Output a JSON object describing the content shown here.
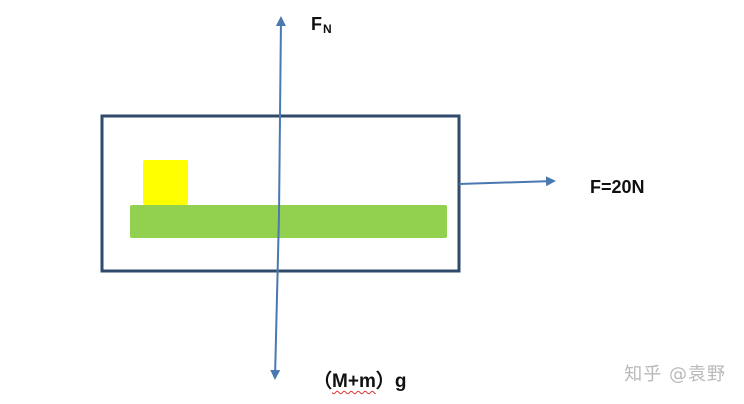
{
  "labels": {
    "normal_force_main": "F",
    "normal_force_sub": "N",
    "applied_force": "F=20N",
    "weight_open": "（",
    "weight_mass": "M+m",
    "weight_close": "）g"
  },
  "watermark": "知乎 @袁野",
  "colors": {
    "frame": "#2f4a6b",
    "arrow": "#4a78b0",
    "plank": "#92d050",
    "block": "#ffff00",
    "text": "#111111"
  }
}
